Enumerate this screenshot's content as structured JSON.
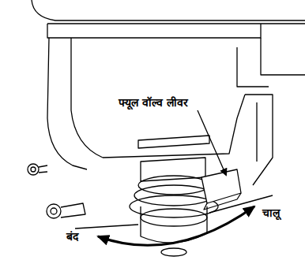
{
  "diagram": {
    "labels": [
      "फ्यूल वॉल्व लीवर",
      "बंद",
      "चालू"
    ]
  }
}
